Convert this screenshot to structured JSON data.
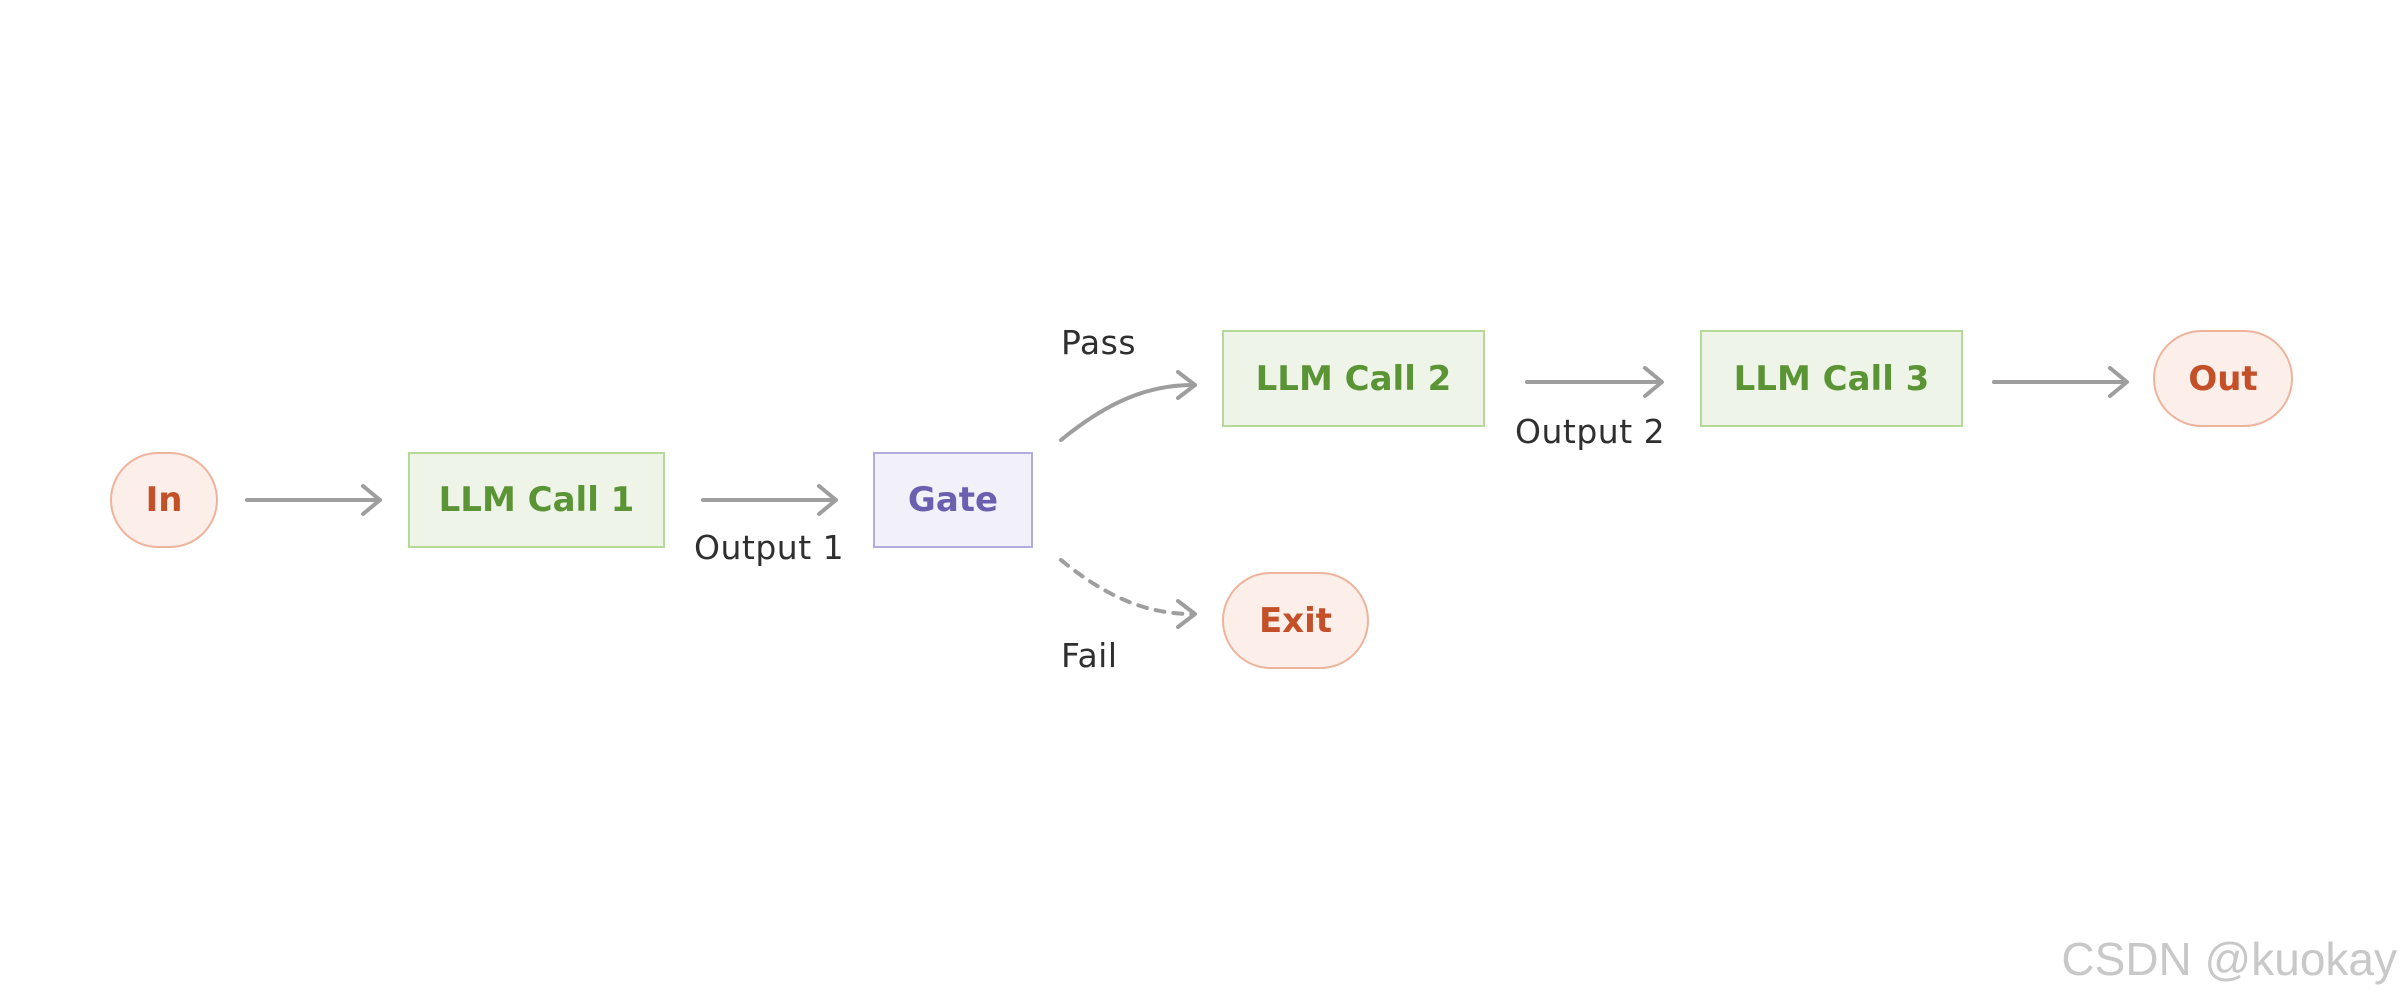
{
  "nodes": {
    "in": "In",
    "llm_call_1": "LLM Call 1",
    "gate": "Gate",
    "llm_call_2": "LLM Call 2",
    "llm_call_3": "LLM Call 3",
    "out": "Out",
    "exit": "Exit"
  },
  "edges": {
    "output_1": "Output 1",
    "pass": "Pass",
    "fail": "Fail",
    "output_2": "Output 2"
  },
  "watermark": "CSDN @kuokay",
  "colors": {
    "terminal_fill": "#fcefea",
    "terminal_text": "#c4502a",
    "llm_fill": "#eef5e8",
    "llm_text": "#5a9434",
    "gate_fill": "#f2f1f9",
    "gate_text": "#6b5fb0",
    "arrow": "#9e9e9e"
  }
}
